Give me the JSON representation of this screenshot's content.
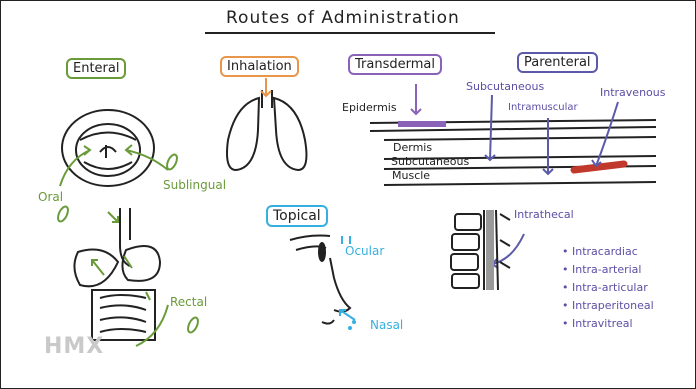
{
  "title": "Routes of Administration",
  "categories": {
    "enteral": "Enteral",
    "inhalation": "Inhalation",
    "transdermal": "Transdermal",
    "parenteral": "Parenteral",
    "topical": "Topical"
  },
  "enteral_labels": {
    "oral": "Oral",
    "sublingual": "Sublingual",
    "rectal": "Rectal"
  },
  "skin_layers": {
    "epidermis": "Epidermis",
    "dermis": "Dermis",
    "subcutaneous": "Subcutaneous",
    "muscle": "Muscle"
  },
  "parenteral_labels": {
    "subcutaneous": "Subcutaneous",
    "intramuscular": "Intramuscular",
    "intravenous": "Intravenous",
    "intrathecal": "Intrathecal"
  },
  "topical_labels": {
    "ocular": "Ocular",
    "nasal": "Nasal"
  },
  "other_parenteral": [
    "Intracardiac",
    "Intra-arterial",
    "Intra-articular",
    "Intraperitoneal",
    "Intravitreal"
  ],
  "watermark": "HMX",
  "colors": {
    "enteral": "#6a9b3a",
    "inhalation": "#e8964a",
    "transdermal": "#8a63b8",
    "parenteral": "#5b5aa8",
    "topical": "#36b0e0",
    "vein": "#c0392b"
  }
}
